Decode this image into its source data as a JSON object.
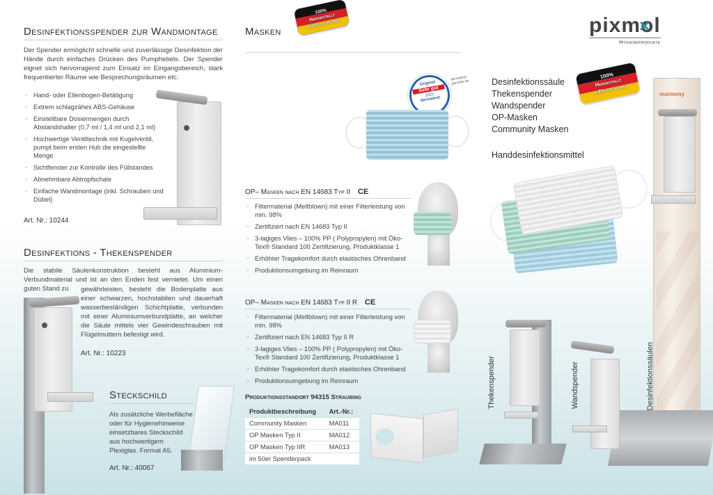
{
  "left": {
    "title1": "Desinfektionsspender zur Wandmontage",
    "para1": "Der Spender ermöglicht schnelle und zuverlässige Desinfektion der Hände durch einfaches Drücken des Pumphebels. Der Spender eignet sich hervorragend zum Einsatz im Eingangsbereich, stark frequentierter Räume wie Besprechungsräumen etc.",
    "bullets1": [
      "Hand- oder Ellenbogen-Betätigung",
      "Extrem schlagzähes ABS-Gehäuse",
      "Einstellbare Dosiermengen durch Abstandshalter (0,7 ml / 1,4 ml und 2,1 ml)",
      "Hochwertige Ventiltechnik mit Kugelventil, pumpt beim ersten Hub die eingestellte Menge",
      "Sichtfenster zur Kontrolle des Füllstandes",
      "Abnehmbare Abtropfschale",
      "Einfache Wandmontage (inkl. Schrauben und Dübel)"
    ],
    "art1": "Art. Nr.: 10244",
    "title2": "Desinfektions - Thekenspender",
    "para2a": "Die stabile Säulenkonstruktion besteht aus Aluminium-Verbundmaterial und ist an den Enden fest vernietet. Um einen guten Stand zu",
    "para2b": "gewährleisten, besteht die Bodenplatte aus einer schwarzen, hochstabilen und dauerhaft wasserbeständigen Schichtplatte, verbunden mit einer Aluminiumverbundplatte, an welcher die Säule mittels vier Gewindeschrauben mit Flügelmuttern befestigt wird.",
    "art2": "Art. Nr.: 10223",
    "title3": "Steckschild",
    "para3": "Als zusätzliche Werbefläche oder für Hygienehinweise einsetzbares Steckschild aus hochwertigem Plexiglas. Format A5.",
    "art3": "Art. Nr.: 40067"
  },
  "middle": {
    "title": "Masken",
    "flag": {
      "line1": "100%",
      "line2": "Hergestellt",
      "line3": "in Deutschland"
    },
    "seal": {
      "line1": "Original",
      "line2": "Sehr gut",
      "line3": "2020",
      "line4": "dermatest",
      "side": "dermatest-garantie.de"
    },
    "typ2": {
      "title": "OP– Masken nach EN 14683 Typ II",
      "ce": "CE",
      "bullets": [
        "Filtermaterial (Meltblown) mit einer Filterleistung von min. 98%",
        "Zertifiziert nach EN 14683 Typ II",
        "3-lagiges Vlies – 100% PP ( Polypropylen) mit Öko-Tex® Standard 100 Zertifizierung, Produktklasse 1",
        "Erhöhter Tragekomfort durch elastisches Ohrenband",
        "Produktionsumgebung im Reinraum"
      ]
    },
    "typ2r": {
      "title": "OP– Masken nach EN 14683 Typ II R",
      "ce": "CE",
      "bullets": [
        "Filtermaterial (Meltblown) mit einer Filterleistung von min. 98%",
        "Zertifiziert nach EN 14683 Typ II R",
        "3-lagiges Vlies – 100% PP ( Polypropylen) mit Öko-Tex® Standard 100 Zertifizierung, Produktklasse 1",
        "Erhöhter Tragekomfort durch elastisches Ohrenband",
        "Produktionsumgebung im Reinraum"
      ]
    },
    "standort": "Produktionsstandort 94315 Straubing",
    "table": {
      "headers": [
        "Produktbeschreibung",
        "Art.-Nr.:"
      ],
      "rows": [
        [
          "Community Masken",
          "MA011"
        ],
        [
          "OP Masken Typ II",
          "MA012"
        ],
        [
          "OP Masken Typ IIR",
          "MA013"
        ]
      ],
      "footer": "im 50er Spenderpack"
    }
  },
  "right": {
    "logo_main": "pixmol",
    "logo_sub": "Hygieneprodukte",
    "flag": {
      "line1": "100%",
      "line2": "Hergestellt",
      "line3": "in Deutschland"
    },
    "list": [
      "Desinfektionssäule",
      "Thekenspender",
      "Wandspender",
      "OP-Masken",
      "Community Masken"
    ],
    "list2": "Handdesinfektionsmittel",
    "column_brand": "marmony",
    "label_theke": "Thekenspender",
    "label_wand": "Wandspender",
    "label_saeule": "Desinfektionssäulen"
  },
  "colors": {
    "accent": "#2e8fa3",
    "flag_black": "#111111",
    "flag_red": "#d6202a",
    "flag_gold": "#f2c200"
  }
}
